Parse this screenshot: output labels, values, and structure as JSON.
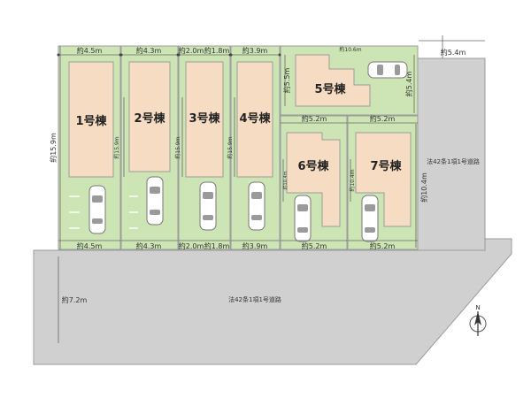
{
  "houses": {
    "h1": "1号棟",
    "h2": "2号棟",
    "h3": "3号棟",
    "h4": "4号棟",
    "h5": "5号棟",
    "h6": "6号棟",
    "h7": "7号棟"
  },
  "dims": {
    "top_lot1": "約4.5m",
    "top_lot2": "約4.3m",
    "top_lot3a": "約2.0m",
    "top_lot3b": "約1.8m",
    "top_lot4": "約3.9m",
    "top_lot5": "約10.6m",
    "side_lot5a": "約5.5m",
    "side_lot5b": "約5.4m",
    "top_lot6": "約5.2m",
    "top_lot7": "約5.2m",
    "side_lot1": "約15.9m",
    "side_lot1_inner": "約15.9m",
    "side_lot3": "約15.9m",
    "side_lot4": "約15.9m",
    "side_lot6": "約10.4m",
    "side_lot7": "約10.4m",
    "side_lot7_right": "約10.4m",
    "bot_lot1": "約4.5m",
    "bot_lot2": "約4.3m",
    "bot_lot3a": "約2.0m",
    "bot_lot3b": "約1.8m",
    "bot_lot4": "約3.9m",
    "bot_lot6": "約5.2m",
    "bot_lot7": "約5.2m",
    "road_top_width": "約5.4m",
    "road_bottom_width": "約7.2m"
  },
  "roads": {
    "right_label": "法42条1項1号道路",
    "bottom_label": "法42条1項1号道路"
  },
  "compass": {
    "north": "N"
  },
  "colors": {
    "lot": "#cde5b4",
    "house": "#f6dcc2",
    "road": "#d0d0d0"
  }
}
